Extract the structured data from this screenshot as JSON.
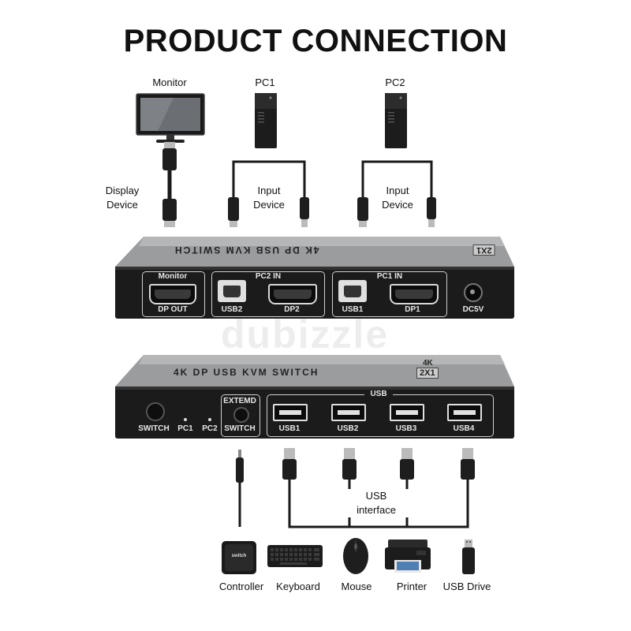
{
  "title": "PRODUCT CONNECTION",
  "watermark": "dubizzle",
  "devices": {
    "monitor": "Monitor",
    "pc1": "PC1",
    "pc2": "PC2"
  },
  "cables": {
    "display_device": "Display\nDevice",
    "input_device_1": "Input\nDevice",
    "input_device_2": "Input\nDevice",
    "usb_interface": "USB\ninterface"
  },
  "switch_top": {
    "top_text": "4K DP USB KVM SWITCH",
    "badge": "2X1",
    "monitor_label": "Monitor",
    "dp_out": "DP OUT",
    "pc2_in": "PC2 IN",
    "usb2": "USB2",
    "dp2": "DP2",
    "pc1_in": "PC1 IN",
    "usb1": "USB1",
    "dp1": "DP1",
    "dc5v": "DC5V"
  },
  "switch_bottom": {
    "top_text": "4K DP USB KVM SWITCH",
    "badge": "2X1",
    "badge_4k": "4K",
    "switch": "SWITCH",
    "pc1": "PC1",
    "pc2": "PC2",
    "extend": "EXTEMD",
    "extend_switch": "SWITCH",
    "usb_group": "USB",
    "usb1": "USB1",
    "usb2": "USB2",
    "usb3": "USB3",
    "usb4": "USB4"
  },
  "peripherals": {
    "controller": "Controller",
    "controller_text": "switch",
    "keyboard": "Keyboard",
    "mouse": "Mouse",
    "printer": "Printer",
    "usb_drive": "USB Drive"
  }
}
